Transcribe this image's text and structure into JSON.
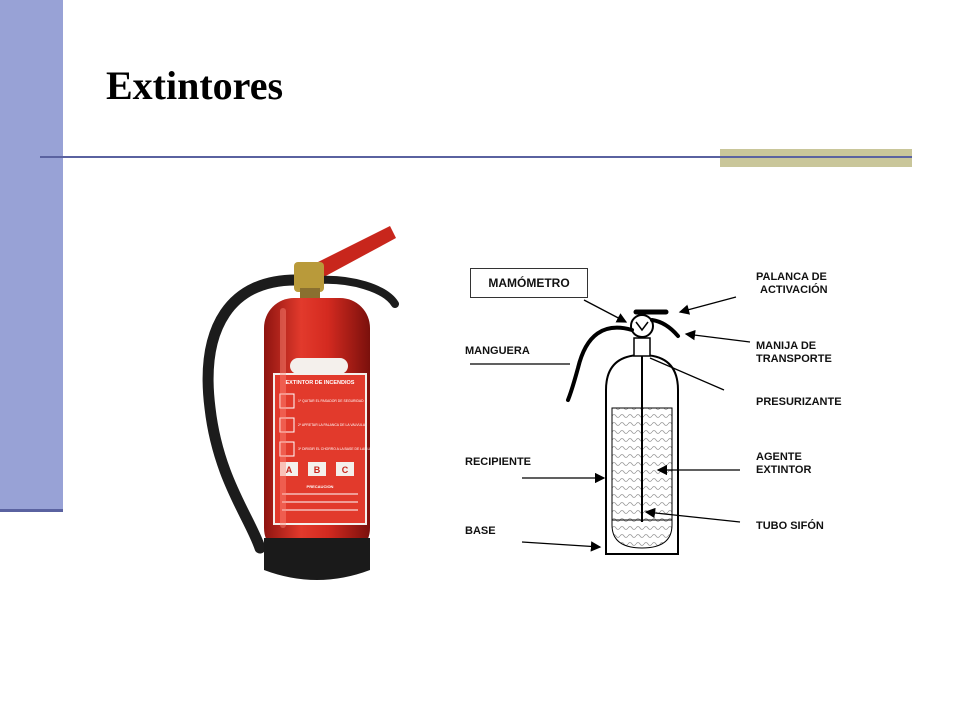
{
  "slide": {
    "title": "Extintores"
  },
  "photo_label": {
    "heading": "EXTINTOR DE INCENDIOS",
    "steps": [
      "1º QUITAR EL PASADOR DE SEGURIDAD",
      "2º APRETAR LA PALANCA DE LA VALVULA",
      "3º DIRIGIR EL CHORRO A LA BASE DE LAS LLAMAS"
    ],
    "classes": [
      "A",
      "B",
      "C"
    ],
    "caution": "PRECAUCION"
  },
  "diagram": {
    "labels": {
      "manometro": "MAMÓMETRO",
      "palanca_1": "PALANCA DE",
      "palanca_2": "ACTIVACIÓN",
      "manija_1": "MANIJA DE",
      "manija_2": "TRANSPORTE",
      "manguera": "MANGUERA",
      "presurizante": "PRESURIZANTE",
      "agente_1": "AGENTE",
      "agente_2": "EXTINTOR",
      "recipiente": "RECIPIENTE",
      "tubo": "TUBO SIFÓN",
      "base": "BASE"
    }
  },
  "colors": {
    "left_bar": "#98a2d6",
    "rule": "#5a62a0",
    "accent": "#c9c69a",
    "extinguisher_red": "#d42a20"
  }
}
